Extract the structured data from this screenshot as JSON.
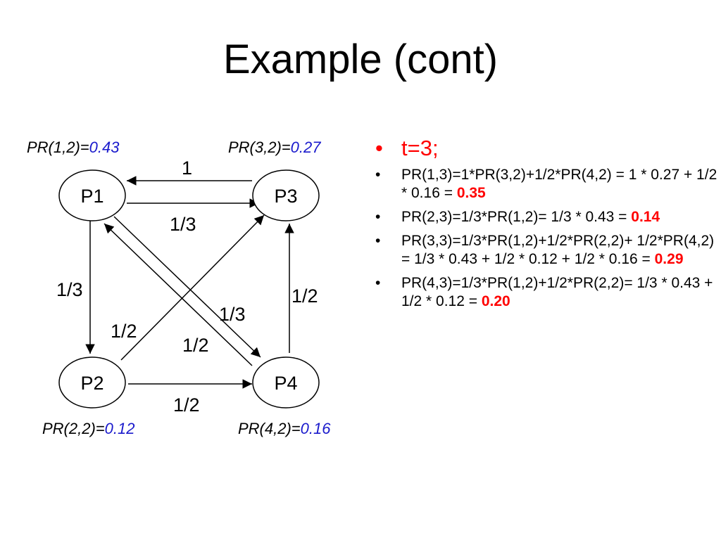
{
  "slide": {
    "title": "Example (cont)"
  },
  "graph": {
    "nodes": {
      "p1": "P1",
      "p2": "P2",
      "p3": "P3",
      "p4": "P4"
    },
    "edges": {
      "p3_to_p1": "1",
      "p1_to_p3": "1/3",
      "p1_to_p2": "1/3",
      "p1_to_p4": "1/3",
      "p2_to_p3": "1/2",
      "p4_to_p1": "1/2",
      "p4_to_p3": "1/2",
      "p2_to_p4": "1/2"
    },
    "pagerank": {
      "p1": {
        "name": "PR(1,2)=",
        "value": "0.43"
      },
      "p3": {
        "name": "PR(3,2)=",
        "value": "0.27"
      },
      "p2": {
        "name": "PR(2,2)=",
        "value": "0.12"
      },
      "p4": {
        "name": "PR(4,2)=",
        "value": "0.16"
      }
    },
    "colors": {
      "value_blue": "#1a1acc",
      "result_red": "#ff0000"
    }
  },
  "bullets": {
    "marker": "•",
    "step": "t=3;",
    "items": [
      {
        "text": "PR(1,3)=1*PR(3,2)+1/2*PR(4,2) = 1 * 0.27 + 1/2 * 0.16 = ",
        "result": "0.35"
      },
      {
        "text": "PR(2,3)=1/3*PR(1,2)= 1/3 * 0.43 = ",
        "result": "0.14"
      },
      {
        "text": "PR(3,3)=1/3*PR(1,2)+1/2*PR(2,2)+ 1/2*PR(4,2) = 1/3 * 0.43 + 1/2 * 0.12 + 1/2 * 0.16 = ",
        "result": "0.29"
      },
      {
        "text": "PR(4,3)=1/3*PR(1,2)+1/2*PR(2,2)= 1/3 * 0.43 + 1/2 * 0.12 = ",
        "result": "0.20"
      }
    ]
  }
}
